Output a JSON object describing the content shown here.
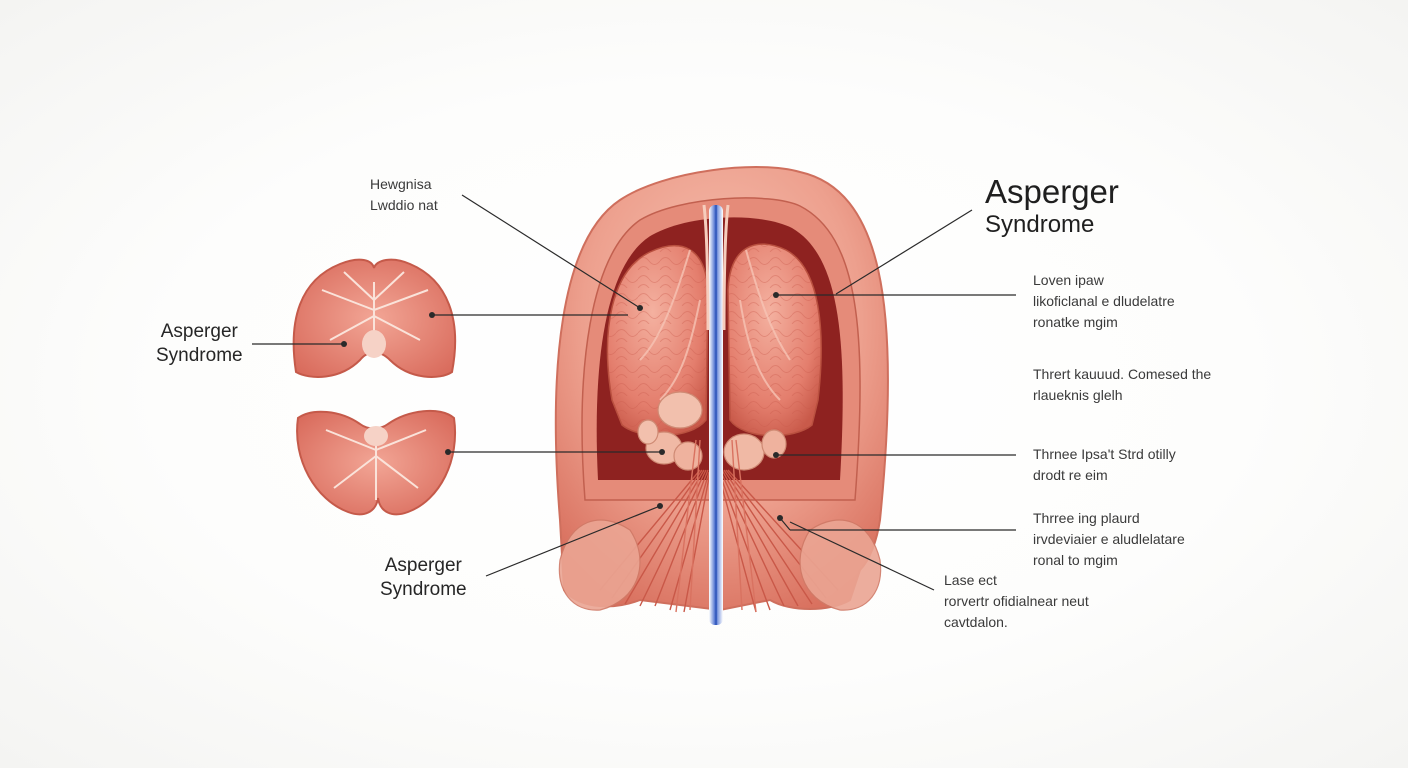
{
  "labels": {
    "top_left": {
      "line1": "Hewgnisa",
      "line2": "Lwddio nat"
    },
    "left_mid": {
      "line1": "Asperger",
      "line2": "Syndrome"
    },
    "left_bottom": {
      "line1": "Asperger",
      "line2": "Syndrome"
    },
    "title": {
      "line1": "Asperger",
      "line2": "Syndrome"
    },
    "right_1": {
      "line1": "Loven ipaw",
      "line2": "likoficlanal e dludelatre",
      "line3": "ronatke mgim"
    },
    "right_2": {
      "line1": "Thrert kauuud. Comesed the",
      "line2": "rlaueknis glelh"
    },
    "right_3": {
      "line1": "Thrnee Ipsa't Strd otilly",
      "line2": "drodt re eim"
    },
    "right_4": {
      "line1": "Thrree ing plaurd",
      "line2": "irvdeviaier e aludlelatare",
      "line3": "ronal to mgim"
    },
    "right_5": {
      "line1": "Lase ect",
      "line2": "rorvertr ofidialnear neut",
      "line3": "cavtdalon."
    }
  },
  "colors": {
    "flesh": "#eca493",
    "flesh_dark": "#c25a4c",
    "tissue": "#e9877a",
    "cavity": "#8c1f1e",
    "nerve_blue": "#4a6fd0",
    "leader_line": "#2a2a2a"
  }
}
